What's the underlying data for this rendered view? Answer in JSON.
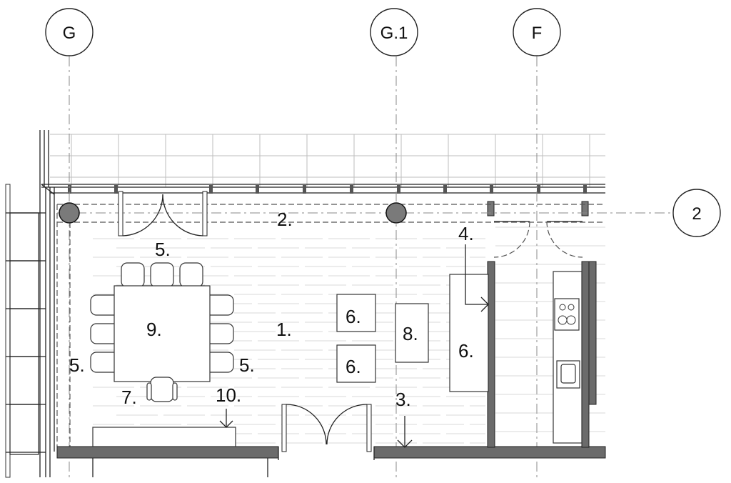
{
  "grid_labels": {
    "g": "G",
    "g1": "G.1",
    "f": "F",
    "row2": "2"
  },
  "tags": {
    "t1": "1.",
    "t2": "2.",
    "t3": "3.",
    "t4": "4.",
    "t5a": "5.",
    "t5b": "5.",
    "t5c": "5.",
    "t6a": "6.",
    "t6b": "6.",
    "t6c": "6.",
    "t7": "7.",
    "t8": "8.",
    "t9": "9.",
    "t10": "10."
  },
  "colors": {
    "wall": "#6b6b6b",
    "column": "#7a7a7a",
    "line": "#222222"
  }
}
